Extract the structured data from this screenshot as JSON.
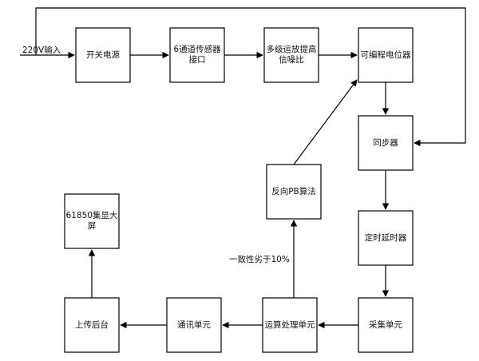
{
  "input_label": "220V输入",
  "boxes": {
    "switch_power": "开关电源",
    "sensor_interface": "6通道传感器\n接口",
    "amplifier": "多级运放提高\n信噪比",
    "programmable_potentiometer": "可编程电位器",
    "synchronizer": "同步器",
    "timer": "定时延时器",
    "acquisition_unit": "采集单元",
    "computing_unit": "运算处理单元",
    "communication_unit": "通讯单元",
    "upload_backend": "上传后台",
    "display_screen": "61850集显大\n屏",
    "pb_algorithm": "反向PB算法"
  },
  "annotations": {
    "consistency": "一致性劣于10%"
  },
  "colors": {
    "stroke": "#000000",
    "background": "#ffffff",
    "text": "#111111"
  }
}
